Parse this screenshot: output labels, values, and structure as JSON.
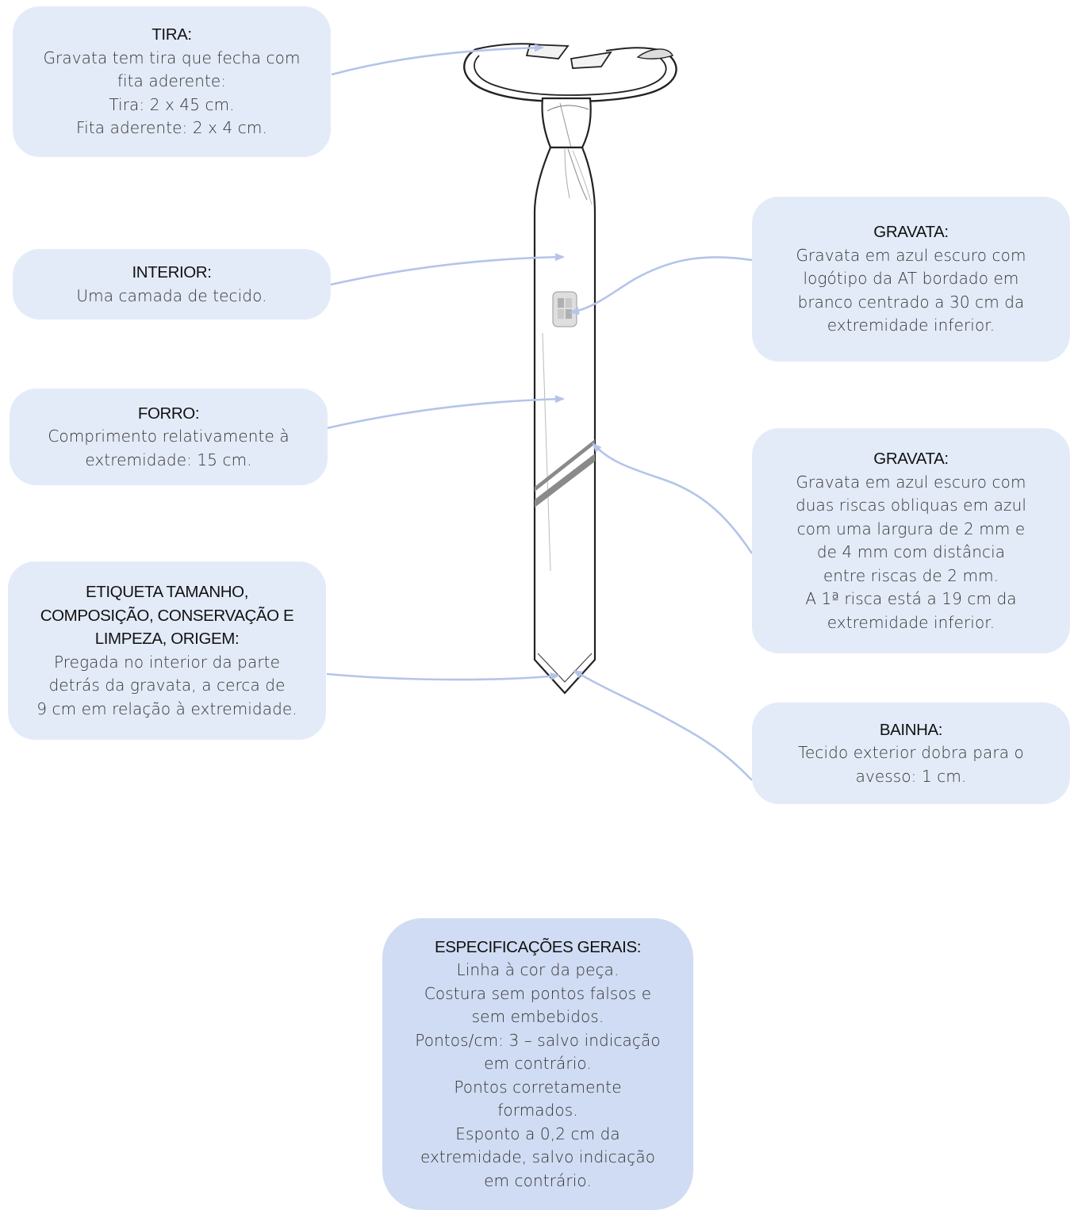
{
  "colors": {
    "callout_bg": "#e4ebf8",
    "general_bg": "#d0dcf3",
    "leader": "#b4c4ea",
    "outline": "#222222",
    "stripe": "#888888"
  },
  "callouts": {
    "tira": {
      "heading": "TIRA:",
      "lines": [
        "Gravata tem tira que fecha com",
        "fita aderente:",
        "Tira: 2 x 45 cm.",
        "Fita aderente: 2 x 4 cm."
      ]
    },
    "interior": {
      "heading": "INTERIOR:",
      "lines": [
        "Uma camada de tecido."
      ]
    },
    "forro": {
      "heading": "FORRO:",
      "lines": [
        "Comprimento relativamente à",
        "extremidade: 15 cm."
      ]
    },
    "etiqueta": {
      "heading": "ETIQUETA TAMANHO, COMPOSIÇÃO, CONSERVAÇÃO E LIMPEZA, ORIGEM:",
      "heading_lines": [
        "ETIQUETA TAMANHO,",
        "COMPOSIÇÃO, CONSERVAÇÃO E",
        "LIMPEZA, ORIGEM:"
      ],
      "lines": [
        "Pregada no interior da parte",
        "detrás da gravata, a cerca de",
        "9 cm em relação à extremidade."
      ]
    },
    "gravata_logo": {
      "heading": "GRAVATA:",
      "lines": [
        "Gravata em azul escuro com",
        "logótipo da AT bordado em",
        "branco centrado a 30 cm da",
        "extremidade inferior."
      ]
    },
    "gravata_riscas": {
      "heading": "GRAVATA:",
      "lines": [
        "Gravata em azul escuro com",
        "duas riscas obliquas em azul",
        "com uma largura de 2 mm e",
        "de 4 mm com distância",
        "entre riscas de 2 mm.",
        "A 1ª risca está a 19 cm da",
        "extremidade inferior."
      ]
    },
    "bainha": {
      "heading": "BAINHA:",
      "lines": [
        "Tecido exterior dobra para o",
        "avesso: 1 cm."
      ]
    }
  },
  "general": {
    "heading": "ESPECIFICAÇÕES GERAIS:",
    "lines": [
      "Linha à cor da peça.",
      "Costura sem pontos falsos e",
      "sem embebidos.",
      "Pontos/cm: 3 – salvo indicação",
      "em contrário.",
      "Pontos corretamente",
      "formados.",
      "Esponto a 0,2 cm da",
      "extremidade, salvo indicação",
      "em contrário."
    ]
  }
}
